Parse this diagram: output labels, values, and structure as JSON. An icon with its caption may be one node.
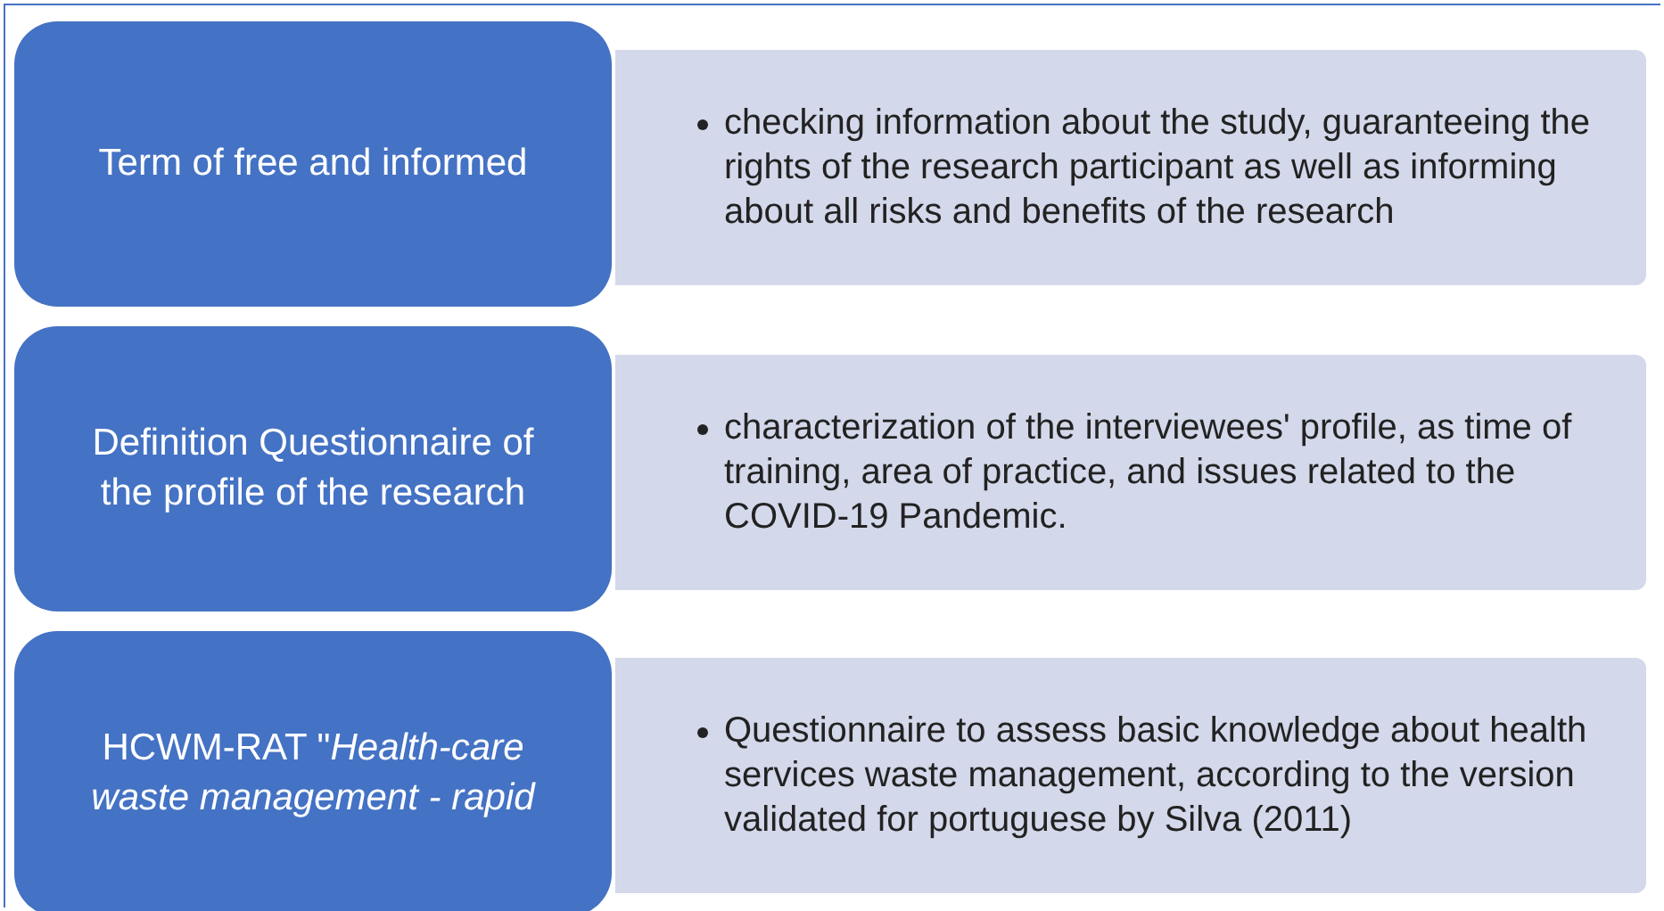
{
  "diagram": {
    "nodes": [
      {
        "text": [
          "Term of free and informed"
        ]
      },
      {
        "text": [
          "checking information about the study, guaranteeing the rights of the research participant as well as informing about all risks and benefits of the research"
        ]
      },
      {
        "text": [
          "Definition Questionnaire of the profile of the research"
        ]
      },
      {
        "text": [
          "characterization of the interviewees' profile, as time of training, area of practice, and issues related to the COVID-19 Pandemic."
        ]
      },
      {
        "text": [
          "HCWM-RAT \"*Health-care waste management - rapid*"
        ]
      },
      {
        "text": [
          "Questionnaire to assess basic knowledge about health services waste management, according to the version validated for portuguese by Silva (2011)"
        ]
      }
    ]
  }
}
